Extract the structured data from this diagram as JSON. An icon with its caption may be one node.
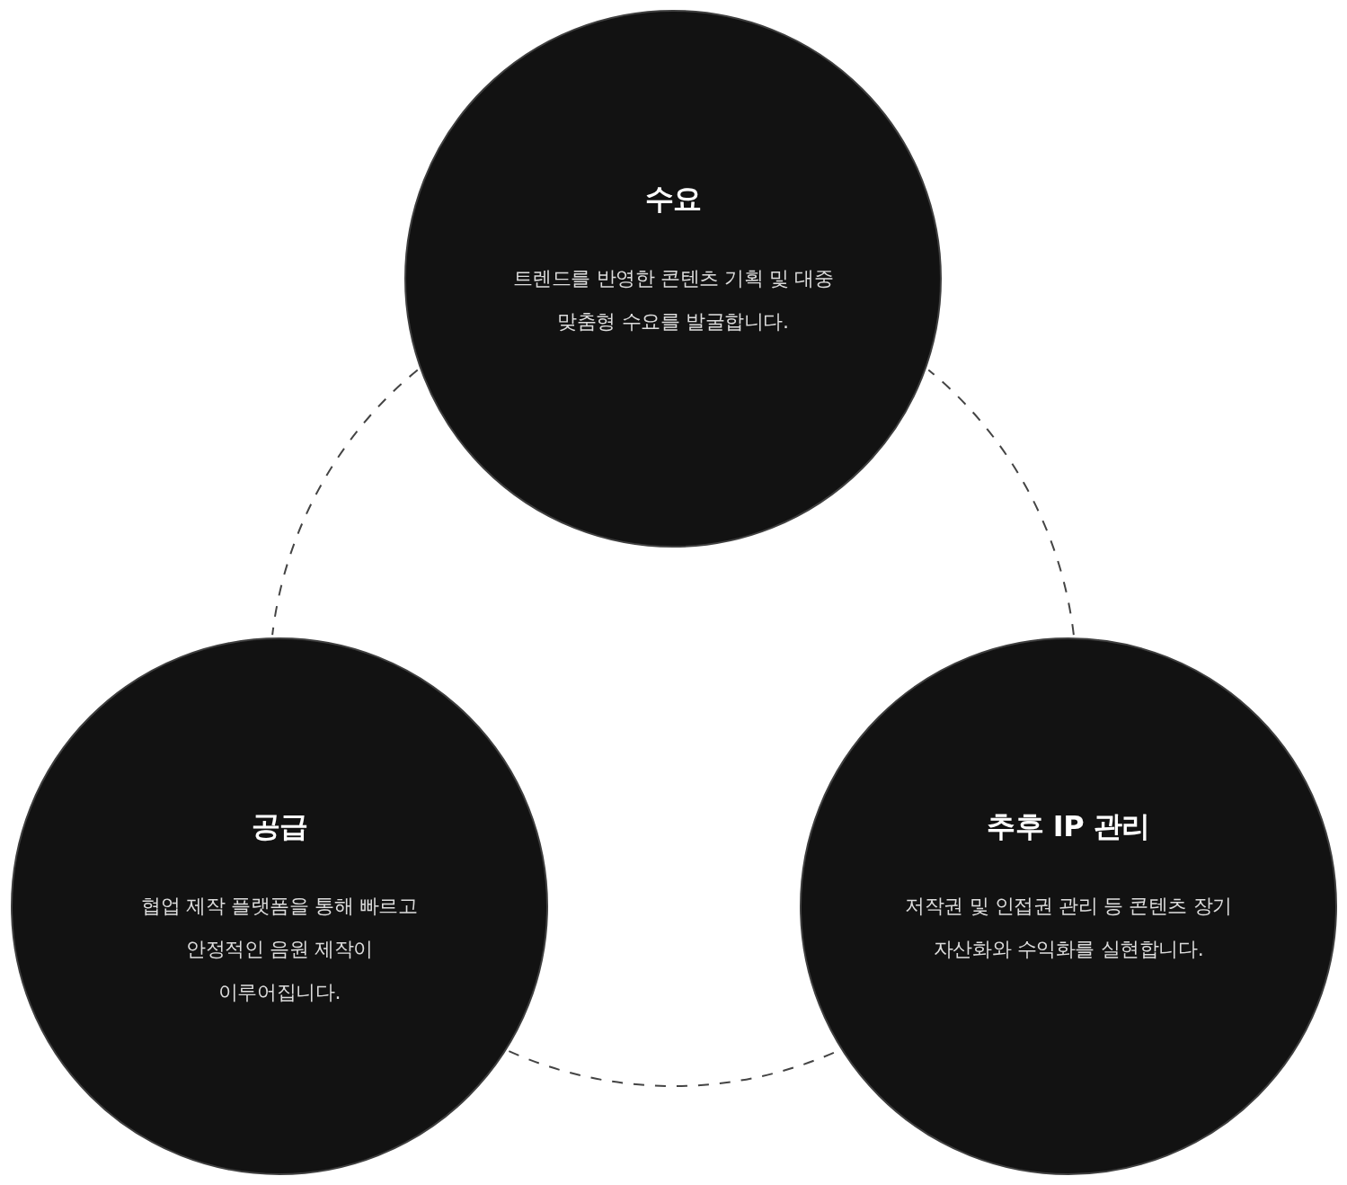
{
  "diagram": {
    "nodes": [
      {
        "text": [
          "수요",
          "트렌드를 반영한 콘텐츠 기획 및 대중 맞춤형 수요를 발굴합니다."
        ]
      },
      {
        "text": [
          "공급",
          "협업 제작 플랫폼을 통해 빠르고 안정적인 음원 제작이 이루어집니다."
        ]
      },
      {
        "text": [
          "추후 IP 관리",
          "저작권 및 인접권 관리 등 콘텐츠 장기 자산화와 수익화를 실현합니다."
        ]
      }
    ],
    "edges": [
      {
        "from": 0,
        "to": 1,
        "arrow": "none",
        "style": "dashed"
      },
      {
        "from": 1,
        "to": 2,
        "arrow": "none",
        "style": "dashed"
      },
      {
        "from": 2,
        "to": 0,
        "arrow": "none",
        "style": "dashed"
      }
    ]
  }
}
